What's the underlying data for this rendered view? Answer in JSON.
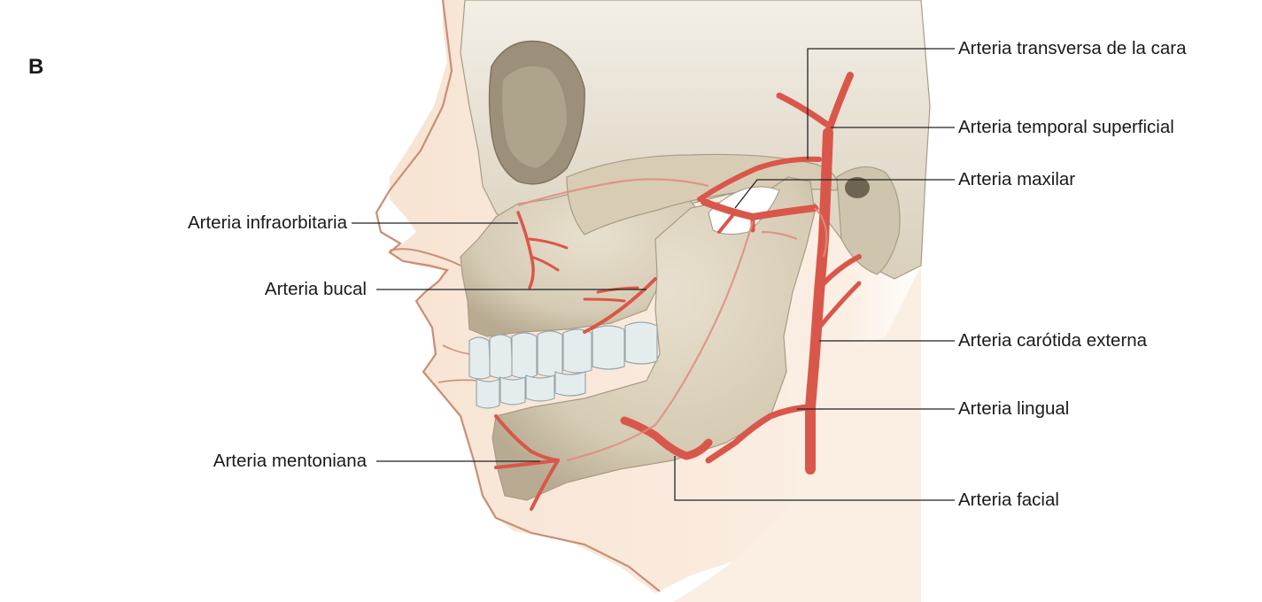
{
  "panel_letter": "B",
  "labels": {
    "right": [
      {
        "id": "transversa",
        "text": "Arteria transversa de la cara"
      },
      {
        "id": "temporal",
        "text": "Arteria temporal superficial"
      },
      {
        "id": "maxilar",
        "text": "Arteria maxilar"
      },
      {
        "id": "carotida",
        "text": "Arteria carótida externa"
      },
      {
        "id": "lingual",
        "text": "Arteria lingual"
      },
      {
        "id": "facial",
        "text": "Arteria facial"
      }
    ],
    "left": [
      {
        "id": "infraorbitaria",
        "text": "Arteria infraorbitaria"
      },
      {
        "id": "bucal",
        "text": "Arteria bucal"
      },
      {
        "id": "mentoniana",
        "text": "Arteria mentoniana"
      }
    ]
  },
  "colors": {
    "skin": "#f8e6d6",
    "skin_outline": "#c98f75",
    "bone": "#ddd3bf",
    "bone_shadow": "#bfb39b",
    "bone_line": "#a79c86",
    "artery": "#d9574a",
    "artery_dark": "#b53c32",
    "teeth": "#e4ecee",
    "leader": "#222222",
    "text": "#1a1a1a"
  }
}
